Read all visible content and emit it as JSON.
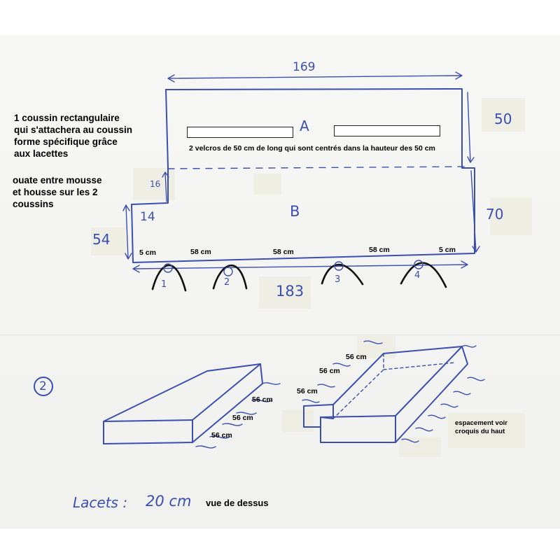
{
  "note_left": {
    "lines": [
      "1 coussin rectangulaire",
      "qui s'attachera au coussin",
      "forme spécifique grâce",
      "aux lacettes"
    ]
  },
  "note_ouate": {
    "lines": [
      "ouate entre mousse",
      "et housse sur les 2",
      "coussins"
    ]
  },
  "top_diagram": {
    "dim_top": "169",
    "dim_right_upper": "50",
    "dim_right_lower": "70",
    "dim_left_outer": "54",
    "dim_step_height": "16",
    "dim_step_width": "14",
    "dim_bottom": "183",
    "label_a": "A",
    "label_b": "B",
    "velcro_note": "2 velcros de 50 cm de long qui sont centrés dans la hauteur des 50 cm",
    "spacing": [
      "5 cm",
      "58 cm",
      "58 cm",
      "58 cm",
      "5 cm"
    ],
    "lace_numbers": [
      "1",
      "2",
      "3",
      "4"
    ]
  },
  "bottom_diagram": {
    "circle_number": "2",
    "left_block_labels": [
      "56 cm",
      "56 cm",
      "56 cm"
    ],
    "right_block_labels": [
      "56 cm",
      "56 cm",
      "56 cm"
    ],
    "spacing_note": [
      "espacement voir",
      "croquis du haut"
    ],
    "lacets_label": "Lacets :",
    "lacets_value": "20 cm",
    "view_label": "vue de dessus"
  }
}
